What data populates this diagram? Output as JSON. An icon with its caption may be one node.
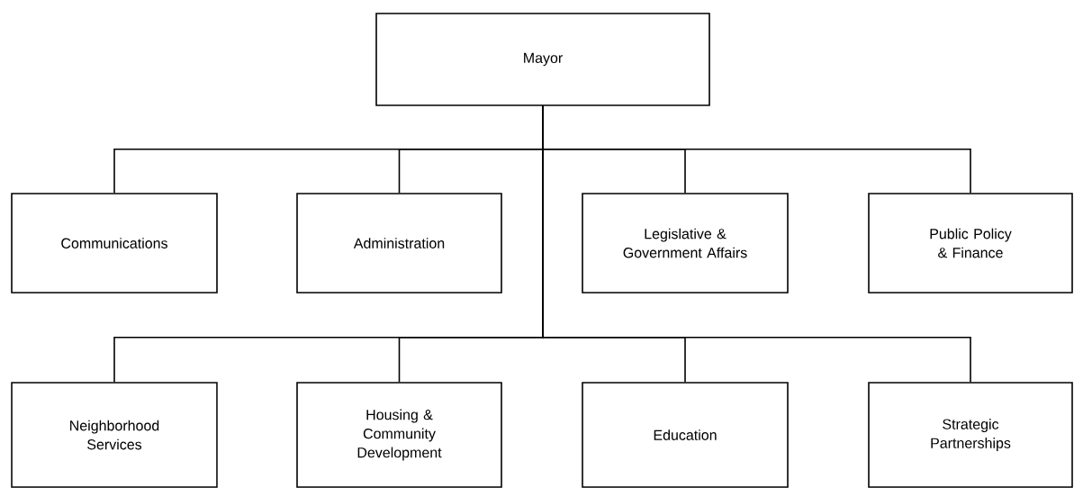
{
  "diagram": {
    "nodes": [
      {
        "text": [
          "Mayor"
        ]
      },
      {
        "text": [
          "Communications"
        ]
      },
      {
        "text": [
          "Administration"
        ]
      },
      {
        "text": [
          "Legislative & Government Affairs"
        ]
      },
      {
        "text": [
          "Public Policy & Finance"
        ]
      },
      {
        "text": [
          "Neighborhood Services"
        ]
      },
      {
        "text": [
          "Housing & Community Development"
        ]
      },
      {
        "text": [
          "Education"
        ]
      },
      {
        "text": [
          "Strategic Partnerships"
        ]
      }
    ],
    "edges": [
      {
        "from": 0,
        "to": 1,
        "arrow": "none"
      },
      {
        "from": 0,
        "to": 2,
        "arrow": "none"
      },
      {
        "from": 0,
        "to": 3,
        "arrow": "none"
      },
      {
        "from": 0,
        "to": 4,
        "arrow": "none"
      },
      {
        "from": 0,
        "to": 5,
        "arrow": "none"
      },
      {
        "from": 0,
        "to": 6,
        "arrow": "none"
      },
      {
        "from": 0,
        "to": 7,
        "arrow": "none"
      },
      {
        "from": 0,
        "to": 8,
        "arrow": "none"
      }
    ]
  }
}
